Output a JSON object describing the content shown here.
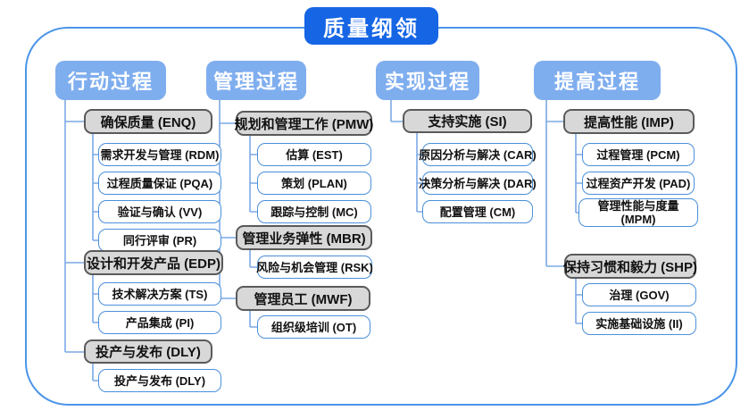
{
  "title": "质量纲领",
  "colors": {
    "title-bg": "#1565E5",
    "header-bg": "#7FAEEF",
    "connector": "#7CA9E6",
    "frame-border": "#4C95E8",
    "parent-fill": "#D8D8D8",
    "parent-border": "#5A5A5A",
    "leaf-border": "#4A90D9",
    "leaf-fill": "#FFFFFF",
    "text": "#111111",
    "header-text": "#FFFFFF"
  },
  "columns": [
    {
      "header": "行动过程",
      "groups": [
        {
          "parent": "确保质量 (ENQ)",
          "children": [
            "需求开发与管理 (RDM)",
            "过程质量保证 (PQA)",
            "验证与确认 (VV)",
            "同行评审 (PR)"
          ]
        },
        {
          "parent": "设计和开发产品 (EDP)",
          "children": [
            "技术解决方案 (TS)",
            "产品集成 (PI)"
          ]
        },
        {
          "parent": "投产与发布 (DLY)",
          "children": [
            "投产与发布 (DLY)"
          ]
        }
      ]
    },
    {
      "header": "管理过程",
      "groups": [
        {
          "parent": "规划和管理工作 (PMW)",
          "children": [
            "估算 (EST)",
            "策划 (PLAN)",
            "跟踪与控制 (MC)"
          ]
        },
        {
          "parent": "管理业务弹性 (MBR)",
          "children": [
            "风险与机会管理 (RSK)"
          ]
        },
        {
          "parent": "管理员工 (MWF)",
          "children": [
            "组织级培训 (OT)"
          ]
        }
      ]
    },
    {
      "header": "实现过程",
      "groups": [
        {
          "parent": "支持实施 (SI)",
          "children": [
            "原因分析与解决 (CAR)",
            "决策分析与解决 (DAR)",
            "配置管理 (CM)"
          ]
        }
      ]
    },
    {
      "header": "提高过程",
      "groups": [
        {
          "parent": "提高性能 (IMP)",
          "children": [
            "过程管理 (PCM)",
            "过程资产开发 (PAD)",
            "管理性能与度量\n(MPM)"
          ]
        },
        {
          "parent": "保持习惯和毅力 (SHP)",
          "children": [
            "治理 (GOV)",
            "实施基础设施 (II)"
          ]
        }
      ]
    }
  ]
}
